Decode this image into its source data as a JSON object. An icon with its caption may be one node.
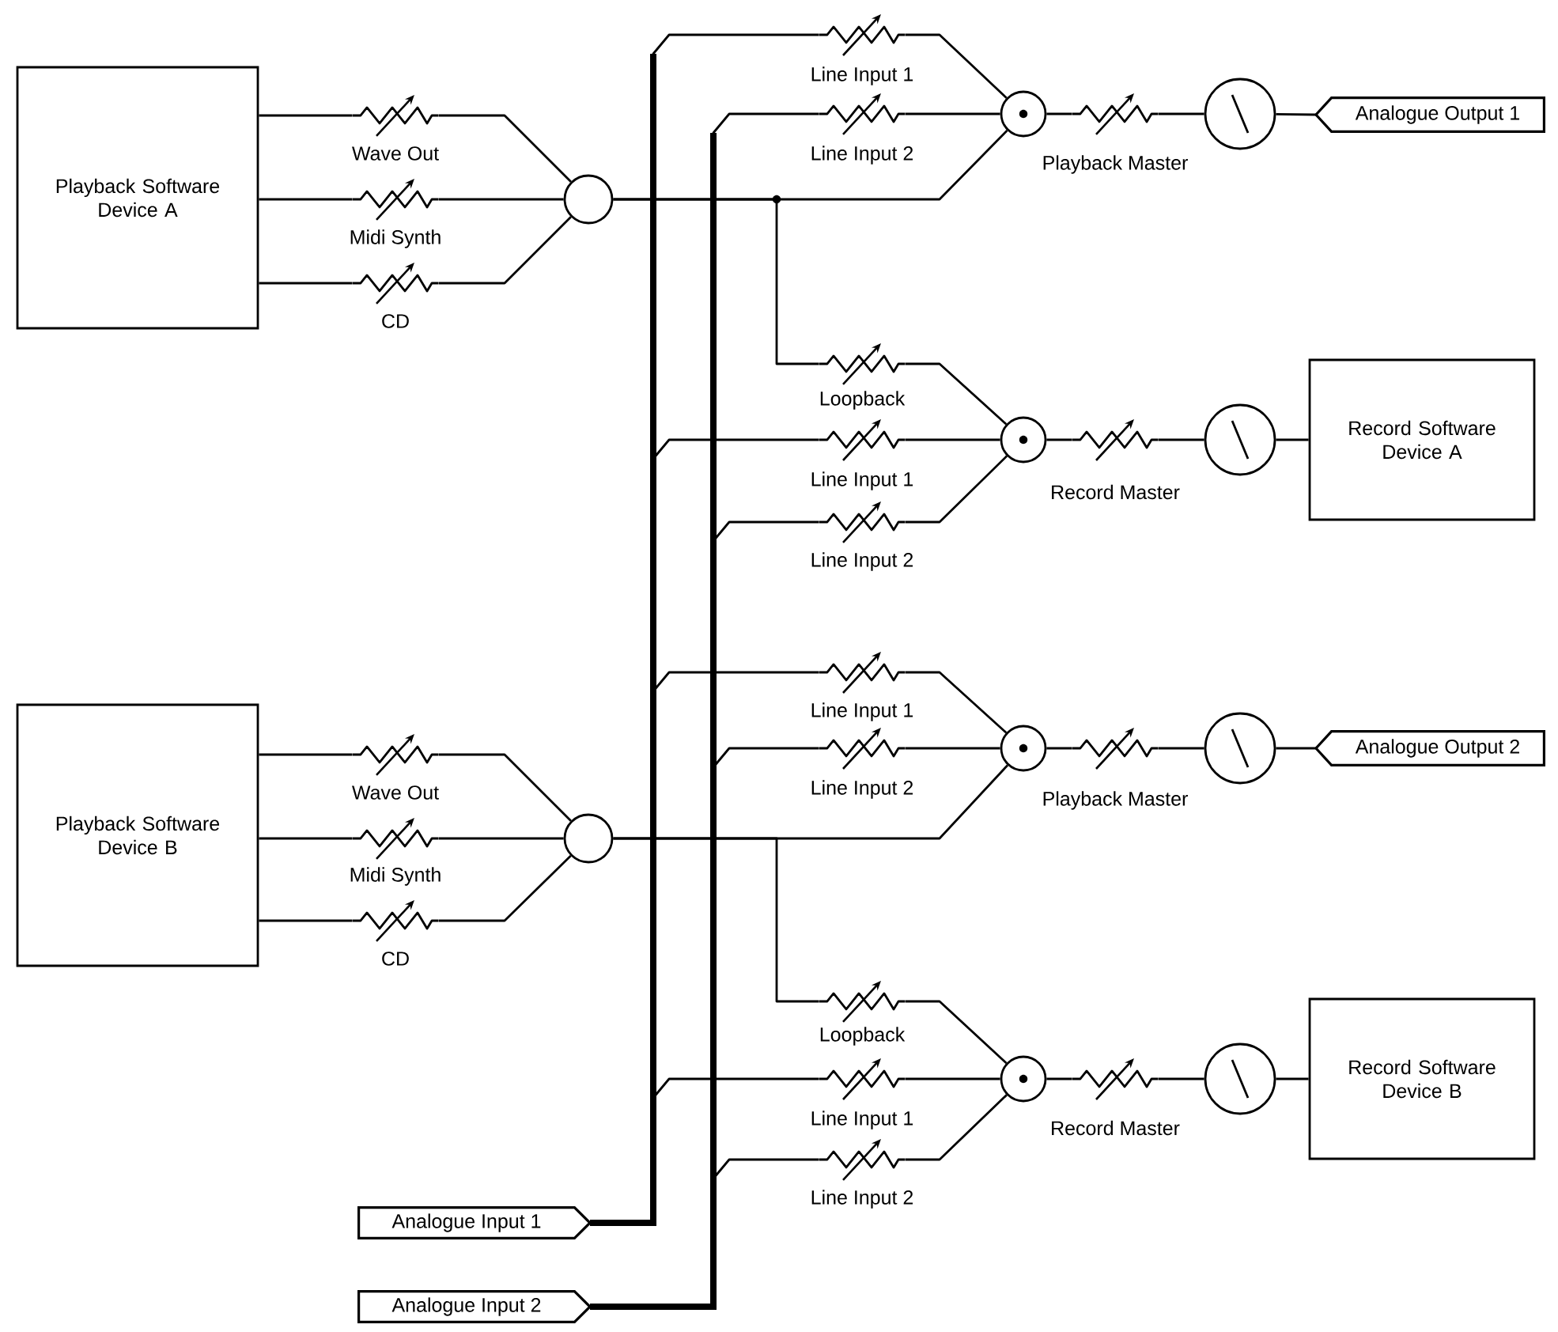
{
  "diagram": {
    "nodes": [
      {
        "text": [
          "Playback Software Device A"
        ]
      },
      {
        "text": [
          "Wave Out"
        ]
      },
      {
        "text": [
          "Midi Synth"
        ]
      },
      {
        "text": [
          "CD"
        ]
      },
      {
        "text": [],
        "shape": "circle"
      },
      {
        "text": [
          "Line Input 1"
        ]
      },
      {
        "text": [
          "Line Input 2"
        ]
      },
      {
        "text": [],
        "shape": "circle"
      },
      {
        "text": [
          "Playback Master"
        ]
      },
      {
        "text": [],
        "shape": "gauge"
      },
      {
        "text": [
          "Analogue Output 1"
        ]
      },
      {
        "text": [
          "Loopback"
        ]
      },
      {
        "text": [
          "Line Input 1"
        ]
      },
      {
        "text": [
          "Line Input 2"
        ]
      },
      {
        "text": [],
        "shape": "circle"
      },
      {
        "text": [
          "Record Master"
        ]
      },
      {
        "text": [],
        "shape": "gauge"
      },
      {
        "text": [
          "Record Software Device A"
        ]
      },
      {
        "text": [
          "Playback Software Device B"
        ]
      },
      {
        "text": [
          "Wave Out"
        ]
      },
      {
        "text": [
          "Midi Synth"
        ]
      },
      {
        "text": [
          "CD"
        ]
      },
      {
        "text": [],
        "shape": "circle"
      },
      {
        "text": [
          "Line Input 1"
        ]
      },
      {
        "text": [
          "Line Input 2"
        ]
      },
      {
        "text": [],
        "shape": "circle"
      },
      {
        "text": [
          "Playback Master"
        ]
      },
      {
        "text": [],
        "shape": "gauge"
      },
      {
        "text": [
          "Analogue Output 2"
        ]
      },
      {
        "text": [
          "Loopback"
        ]
      },
      {
        "text": [
          "Line Input 1"
        ]
      },
      {
        "text": [
          "Line Input 2"
        ]
      },
      {
        "text": [],
        "shape": "circle"
      },
      {
        "text": [
          "Record Master"
        ]
      },
      {
        "text": [],
        "shape": "gauge"
      },
      {
        "text": [
          "Record Software Device B"
        ]
      },
      {
        "text": [
          "Analogue Input 1"
        ]
      },
      {
        "text": [
          "Analogue Input 2"
        ]
      }
    ],
    "edges": [
      {
        "from": 0,
        "to": 1,
        "arrow": "none"
      },
      {
        "from": 0,
        "to": 2,
        "arrow": "none"
      },
      {
        "from": 0,
        "to": 3,
        "arrow": "none"
      },
      {
        "from": 1,
        "to": 4,
        "arrow": "none"
      },
      {
        "from": 2,
        "to": 4,
        "arrow": "none"
      },
      {
        "from": 3,
        "to": 4,
        "arrow": "none"
      },
      {
        "from": 5,
        "to": 7,
        "arrow": "none"
      },
      {
        "from": 6,
        "to": 7,
        "arrow": "none"
      },
      {
        "from": 4,
        "to": 7,
        "arrow": "none"
      },
      {
        "from": 7,
        "to": 8,
        "arrow": "none"
      },
      {
        "from": 8,
        "to": 9,
        "arrow": "none"
      },
      {
        "from": 9,
        "to": 10,
        "arrow": "none"
      },
      {
        "from": 4,
        "to": 11,
        "arrow": "none"
      },
      {
        "from": 11,
        "to": 14,
        "arrow": "none"
      },
      {
        "from": 12,
        "to": 14,
        "arrow": "none"
      },
      {
        "from": 13,
        "to": 14,
        "arrow": "none"
      },
      {
        "from": 14,
        "to": 15,
        "arrow": "none"
      },
      {
        "from": 15,
        "to": 16,
        "arrow": "none"
      },
      {
        "from": 16,
        "to": 17,
        "arrow": "none"
      },
      {
        "from": 18,
        "to": 19,
        "arrow": "none"
      },
      {
        "from": 18,
        "to": 20,
        "arrow": "none"
      },
      {
        "from": 18,
        "to": 21,
        "arrow": "none"
      },
      {
        "from": 19,
        "to": 22,
        "arrow": "none"
      },
      {
        "from": 20,
        "to": 22,
        "arrow": "none"
      },
      {
        "from": 21,
        "to": 22,
        "arrow": "none"
      },
      {
        "from": 23,
        "to": 25,
        "arrow": "none"
      },
      {
        "from": 24,
        "to": 25,
        "arrow": "none"
      },
      {
        "from": 22,
        "to": 25,
        "arrow": "none"
      },
      {
        "from": 25,
        "to": 26,
        "arrow": "none"
      },
      {
        "from": 26,
        "to": 27,
        "arrow": "none"
      },
      {
        "from": 27,
        "to": 28,
        "arrow": "none"
      },
      {
        "from": 22,
        "to": 29,
        "arrow": "none"
      },
      {
        "from": 29,
        "to": 32,
        "arrow": "none"
      },
      {
        "from": 30,
        "to": 32,
        "arrow": "none"
      },
      {
        "from": 31,
        "to": 32,
        "arrow": "none"
      },
      {
        "from": 32,
        "to": 33,
        "arrow": "none"
      },
      {
        "from": 33,
        "to": 34,
        "arrow": "none"
      },
      {
        "from": 34,
        "to": 35,
        "arrow": "none"
      },
      {
        "from": 36,
        "to": 5,
        "arrow": "none"
      },
      {
        "from": 36,
        "to": 12,
        "arrow": "none",
        "style": "thick"
      },
      {
        "from": 36,
        "to": 23,
        "arrow": "none",
        "style": "thick"
      },
      {
        "from": 36,
        "to": 30,
        "arrow": "none",
        "style": "thick"
      },
      {
        "from": 37,
        "to": 6,
        "arrow": "none"
      },
      {
        "from": 37,
        "to": 13,
        "arrow": "none",
        "style": "thick"
      },
      {
        "from": 37,
        "to": 24,
        "arrow": "none",
        "style": "thick"
      },
      {
        "from": 37,
        "to": 31,
        "arrow": "none",
        "style": "thick"
      }
    ]
  }
}
